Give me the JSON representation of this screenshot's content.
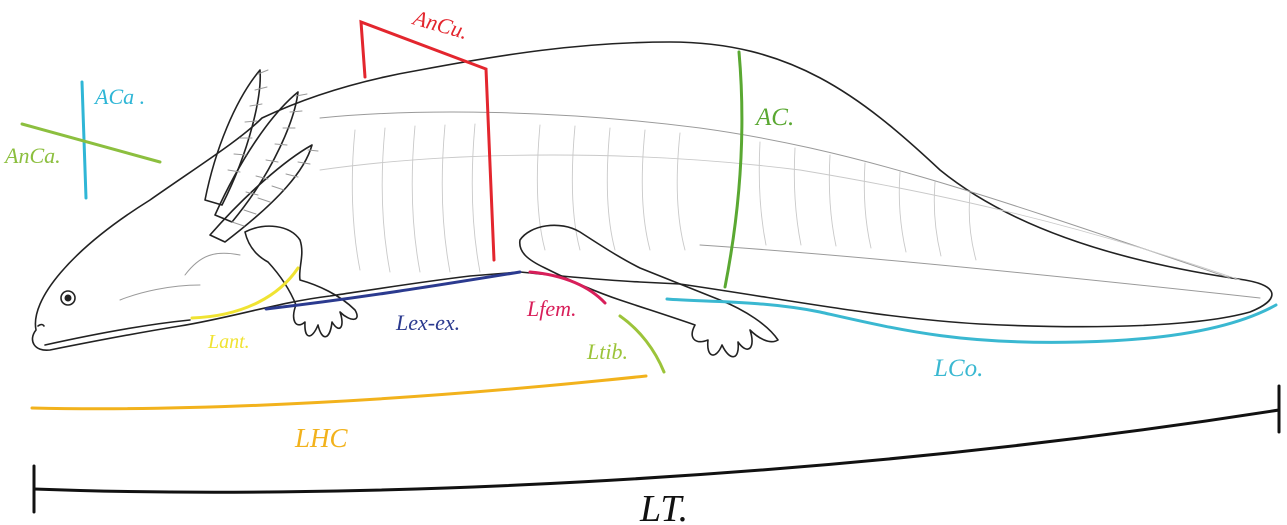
{
  "colors": {
    "ACa": "#2fb6d6",
    "AnCa": "#8cbf3f",
    "AnCu": "#e3262e",
    "AC": "#5aa832",
    "Lant": "#f0e332",
    "Lex_ex": "#2b3a8f",
    "Lfem": "#d81f5a",
    "Ltib": "#9cc43a",
    "LCo": "#3ab8d1",
    "LHC": "#f2b21c",
    "LT": "#111111",
    "outline": "#222222"
  },
  "labels": {
    "ACa": "ACa .",
    "AnCa": "AnCa.",
    "AnCu": "AnCu.",
    "AC": "AC.",
    "Lant": "Lant.",
    "Lex_ex": "Lex-ex.",
    "Lfem": "Lfem.",
    "Ltib": "Ltib.",
    "LCo": "LCo.",
    "LHC": "LHC",
    "LT": "LT."
  }
}
